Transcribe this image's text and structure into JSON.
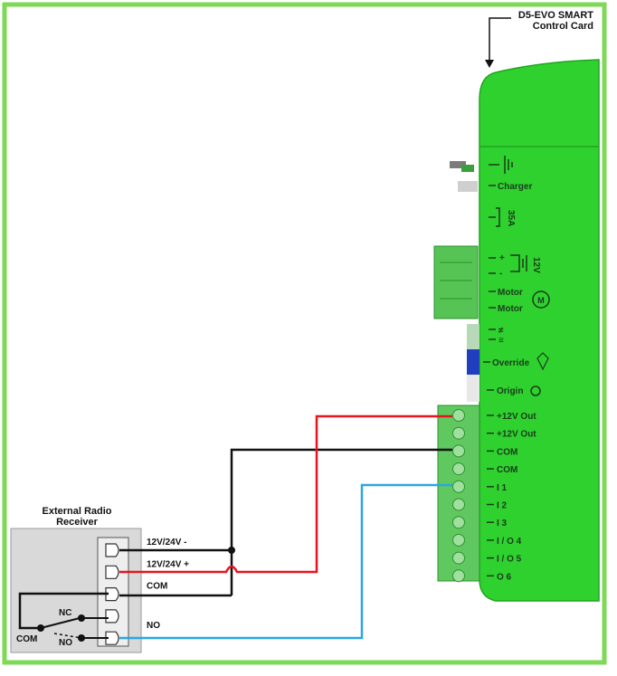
{
  "card": {
    "title_line1": "D5-EVO SMART",
    "title_line2": "Control Card",
    "labels": {
      "charger": "Charger",
      "fuse": "35A",
      "battery_plus": "+",
      "battery_minus": "-",
      "battery_voltage": "12V",
      "motor1": "Motor",
      "motor2": "Motor",
      "motor_symbol": "M",
      "hash1": "≠",
      "hash2": "≡",
      "override": "Override",
      "origin": "Origin"
    },
    "terminals": [
      "+12V Out",
      "+12V Out",
      "COM",
      "COM",
      "I 1",
      "I 2",
      "I 3",
      "I / O 4",
      "I / O 5",
      "O 6"
    ]
  },
  "receiver": {
    "title_line1": "External Radio",
    "title_line2": "Receiver",
    "terminals": [
      "12V/24V -",
      "12V/24V +",
      "COM",
      "",
      "NO"
    ],
    "relay": {
      "nc": "NC",
      "no": "NO",
      "com": "COM"
    }
  },
  "colors": {
    "frame": "#7ed957",
    "card": "#2fd12f",
    "card_dark": "#1fa51f",
    "receiver_bg": "#d9d9d9",
    "wire_red": "#e8141e",
    "wire_black": "#111111",
    "wire_blue": "#2aa7e6",
    "override_blue": "#1f3fbf"
  }
}
